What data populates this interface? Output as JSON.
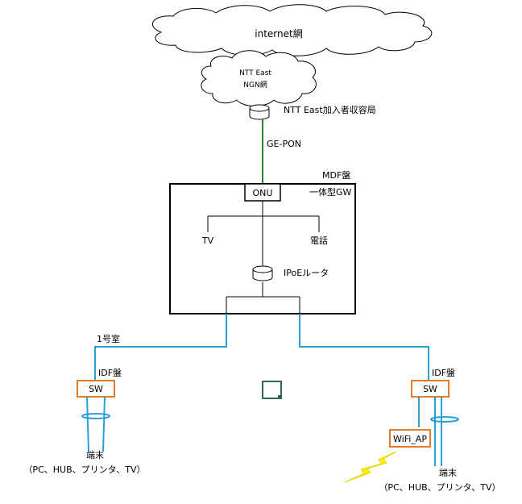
{
  "labels": {
    "internet": "internet網",
    "ngn_line1": "NTT East",
    "ngn_line2": "NGN網",
    "ntt_office": "NTT East加入者収容局",
    "ge_pon": "GE-PON",
    "mdf": "MDF盤",
    "onu": "ONU",
    "integrated_gw": "一体型GW",
    "tv": "TV",
    "phone": "電話",
    "ipoe_router": "IPoEルータ",
    "room1": "1号室",
    "idf_left": "IDF盤",
    "idf_right": "IDF盤",
    "sw_left": "SW",
    "sw_right": "SW",
    "wifi_ap": "WiFi_AP",
    "terminal_left_line1": "端末",
    "terminal_left_line2": "（PC、HUB、プリンタ、TV）",
    "terminal_right_line1": "端末",
    "terminal_right_line2": "（PC、HUB、プリンタ、TV）"
  },
  "colors": {
    "line_black": "#000000",
    "fiber_green": "#2e7d32",
    "cable_blue": "#2b9ed8",
    "box_orange": "#e07b30",
    "wireless_yellow": "#f7f200",
    "marker_green": "#2f6b4a"
  }
}
